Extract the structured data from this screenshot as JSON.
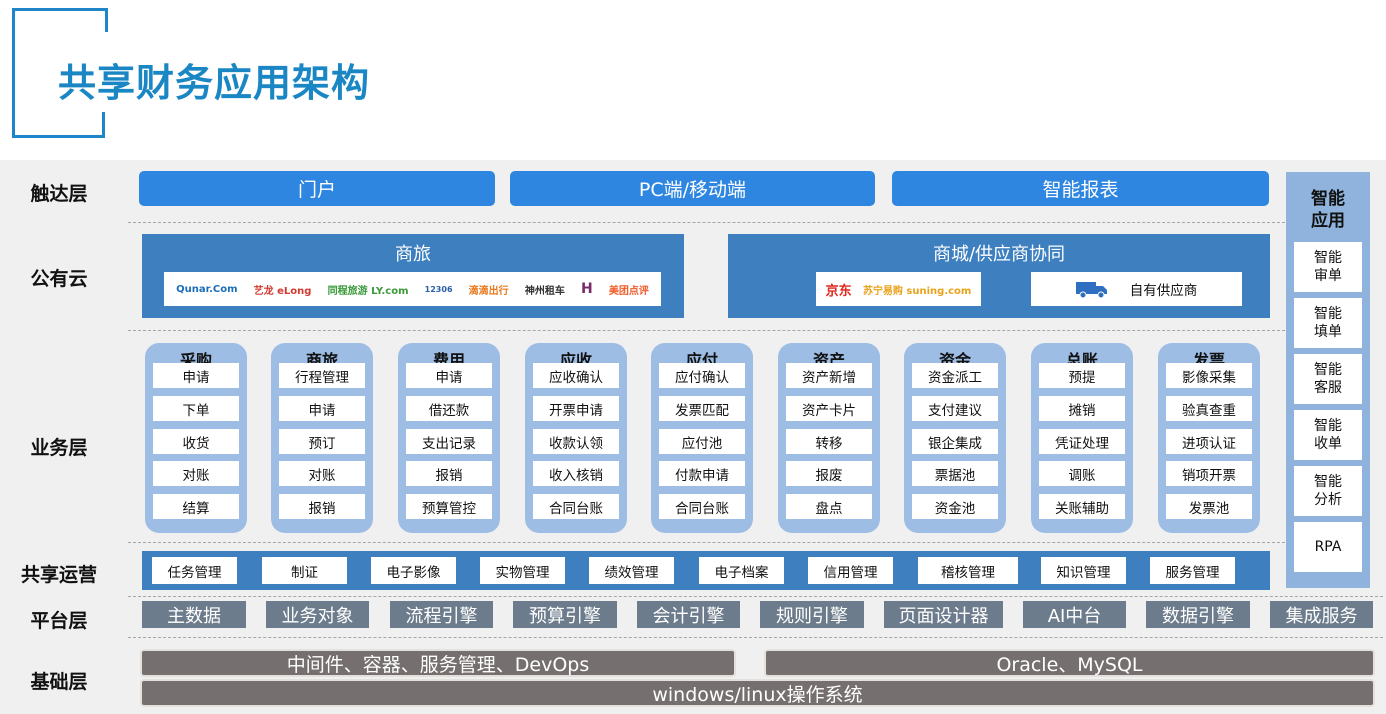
{
  "title": "共享财务应用架构",
  "layers": {
    "touch": "触达层",
    "cloud": "公有云",
    "business": "业务层",
    "ops": "共享运营",
    "platform": "平台层",
    "base": "基础层"
  },
  "touch_items": [
    "门户",
    "PC端/移动端",
    "智能报表"
  ],
  "cloud": {
    "travel": {
      "title": "商旅",
      "logos": [
        "Qunar.Com",
        "艺龙 eLong",
        "同程旅游 LY.com",
        "12306",
        "滴滴出行",
        "神州租车",
        "H",
        "美团点评"
      ]
    },
    "mall": {
      "title": "商城/供应商协同",
      "logos": [
        "京东",
        "苏宁易购 suning.com"
      ],
      "supplier": "自有供应商"
    }
  },
  "business": [
    {
      "title": "采购",
      "items": [
        "申请",
        "下单",
        "收货",
        "对账",
        "结算"
      ]
    },
    {
      "title": "商旅",
      "items": [
        "行程管理",
        "申请",
        "预订",
        "对账",
        "报销"
      ]
    },
    {
      "title": "费用",
      "items": [
        "申请",
        "借还款",
        "支出记录",
        "报销",
        "预算管控"
      ]
    },
    {
      "title": "应收",
      "items": [
        "应收确认",
        "开票申请",
        "收款认领",
        "收入核销",
        "合同台账"
      ]
    },
    {
      "title": "应付",
      "items": [
        "应付确认",
        "发票匹配",
        "应付池",
        "付款申请",
        "合同台账"
      ]
    },
    {
      "title": "资产",
      "items": [
        "资产新增",
        "资产卡片",
        "转移",
        "报废",
        "盘点"
      ]
    },
    {
      "title": "资金",
      "items": [
        "资金派工",
        "支付建议",
        "银企集成",
        "票据池",
        "资金池"
      ]
    },
    {
      "title": "总账",
      "items": [
        "预提",
        "摊销",
        "凭证处理",
        "调账",
        "关账辅助"
      ]
    },
    {
      "title": "发票",
      "items": [
        "影像采集",
        "验真查重",
        "进项认证",
        "销项开票",
        "发票池"
      ]
    }
  ],
  "ops_items": [
    "任务管理",
    "制证",
    "电子影像",
    "实物管理",
    "绩效管理",
    "电子档案",
    "信用管理",
    "稽核管理",
    "知识管理",
    "服务管理"
  ],
  "platform_items": [
    "主数据",
    "业务对象",
    "流程引擎",
    "预算引擎",
    "会计引擎",
    "规则引擎",
    "页面设计器",
    "AI中台",
    "数据引擎",
    "集成服务"
  ],
  "base": {
    "middleware": "中间件、容器、服务管理、DevOps",
    "database": "Oracle、MySQL",
    "os": "windows/linux操作系统"
  },
  "smart": {
    "title_line1": "智能",
    "title_line2": "应用",
    "items": [
      [
        "智能",
        "审单"
      ],
      [
        "智能",
        "填单"
      ],
      [
        "智能",
        "客服"
      ],
      [
        "智能",
        "收单"
      ],
      [
        "智能",
        "分析"
      ],
      [
        "RPA"
      ]
    ]
  },
  "colors": {
    "title": "#1a86c4",
    "touch": "#2e86e0",
    "cloud": "#3e7fbf",
    "business_column": "#9dbde4",
    "platform": "#6d7c8c",
    "base": "#756f6f"
  }
}
